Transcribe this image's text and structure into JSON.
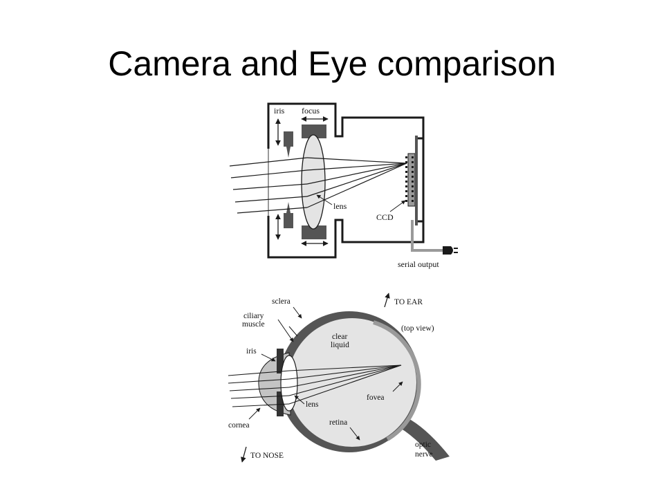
{
  "slide": {
    "title": "Camera and Eye comparison"
  },
  "camera": {
    "labels": {
      "iris": "iris",
      "focus": "focus",
      "lens": "lens",
      "ccd": "CCD",
      "serial_output": "serial output"
    }
  },
  "eye": {
    "labels": {
      "sclera": "sclera",
      "ciliary_muscle_1": "ciliary",
      "ciliary_muscle_2": "muscle",
      "iris": "iris",
      "cornea": "cornea",
      "lens": "lens",
      "clear_liquid_1": "clear",
      "clear_liquid_2": "liquid",
      "to_ear": "TO EAR",
      "top_view": "(top view)",
      "fovea": "fovea",
      "retina": "retina",
      "optic_nerve_1": "optic",
      "optic_nerve_2": "nerve",
      "to_nose": "TO NOSE"
    }
  },
  "colors": {
    "background": "#ffffff",
    "ink": "#1a1a1a",
    "dark_gray": "#555555",
    "mid_gray": "#9a9a9a",
    "light_gray": "#e4e4e4"
  }
}
